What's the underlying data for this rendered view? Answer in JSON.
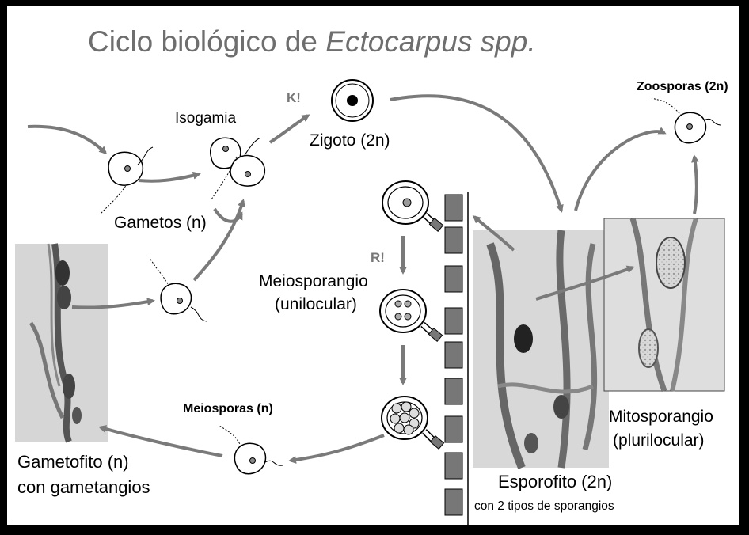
{
  "title": {
    "main": "Ciclo biológico de ",
    "species": "Ectocarpus spp."
  },
  "labels": {
    "isogamia": "Isogamia",
    "k": "K!",
    "zigoto": "Zigoto (2n)",
    "zoosporas": "Zoosporas (2n)",
    "gametos": "Gametos (n)",
    "r": "R!",
    "meiosporangio_1": "Meiosporangio",
    "meiosporangio_2": "(unilocular)",
    "meiosporas": "Meiosporas (n)",
    "gametofito_1": "Gametofito (n)",
    "gametofito_2": "con gametangios",
    "esporofito": "Esporofito (2n)",
    "esporofito_sub": "con 2 tipos de sporangios",
    "mitosporangio_1": "Mitosporangio",
    "mitosporangio_2": "(plurilocular)"
  },
  "colors": {
    "arrow": "#7a7a7a",
    "title": "#6e6e6e",
    "frame": "#000000"
  }
}
